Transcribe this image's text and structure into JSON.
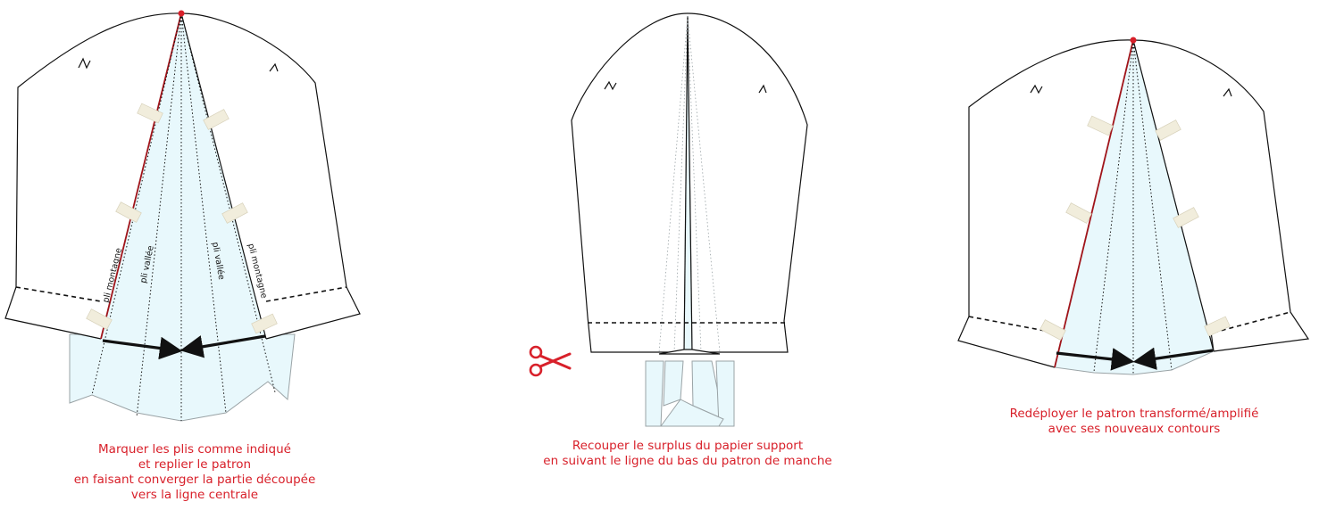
{
  "colors": {
    "outline": "#111111",
    "fabric": "#e8f8fc",
    "fabric_edge": "#9aa3a6",
    "tape": "#f1eddc",
    "tape_edge": "#d8d2bb",
    "cut_line": "#a0141a",
    "accent_text": "#d8202a",
    "dot": "#d8202a"
  },
  "icons": {
    "scissors": "scissors-icon"
  },
  "panel1": {
    "fold_labels": {
      "mountain_left": "pli montagne",
      "valley_left": "pli vallée",
      "valley_right": "pli vallée",
      "mountain_right": "pli montagne"
    },
    "caption": [
      "Marquer les plis comme indiqué",
      "et replier le patron",
      "en faisant converger la partie découpée",
      "vers la ligne centrale"
    ]
  },
  "panel2": {
    "caption": [
      "Recouper le surplus du papier support",
      "en suivant le ligne du bas du patron de manche"
    ]
  },
  "panel3": {
    "caption": [
      "Redéployer le patron transformé/amplifié",
      "avec ses nouveaux contours"
    ]
  }
}
